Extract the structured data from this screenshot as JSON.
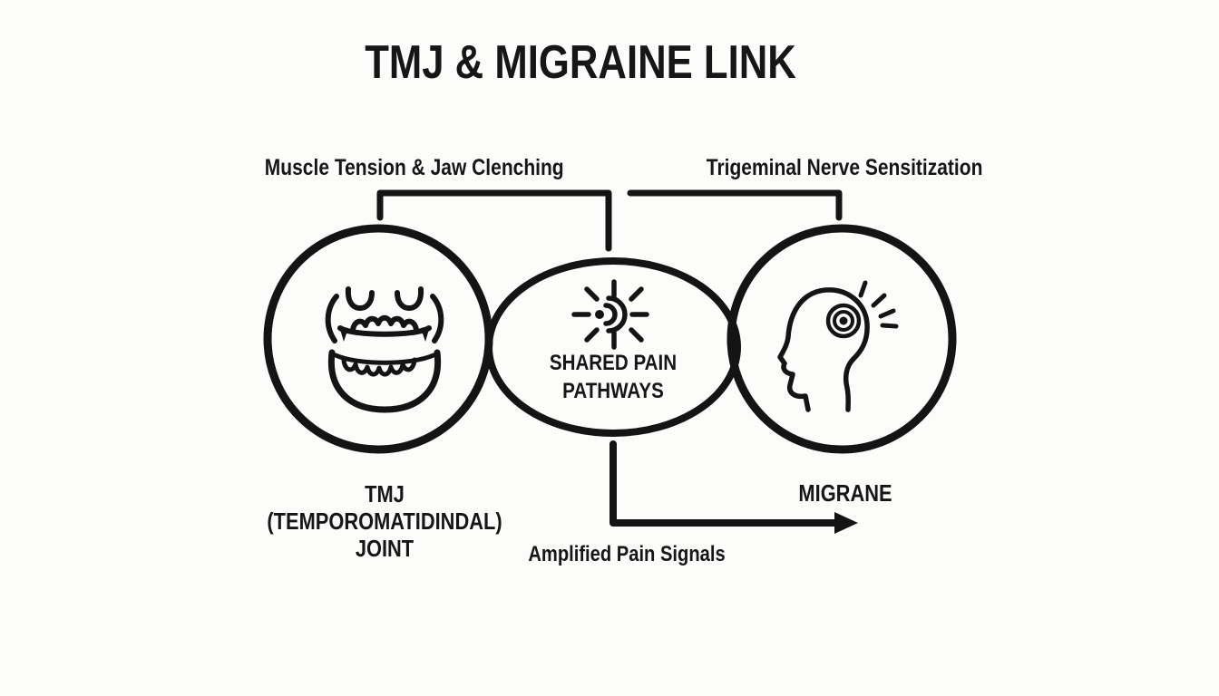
{
  "title": "TMJ & MIGRAINE LINK",
  "colors": {
    "ink": "#161616",
    "background": "#fcfcfb"
  },
  "connectors": {
    "left_top_label": "Muscle Tension & Jaw Clenching",
    "right_top_label": "Trigeminal Nerve Sensitization",
    "arrow_label": "Amplified Pain Signals"
  },
  "nodes": {
    "tmj": {
      "icon": "jaw-icon",
      "lines": [
        "TMJ",
        "(TEMPOROMATIDINDAL)",
        "JOINT"
      ]
    },
    "shared": {
      "icon": "pain-burst-icon",
      "lines": [
        "SHARED PAIN",
        "PATHWAYS"
      ]
    },
    "migraine": {
      "icon": "head-pain-icon",
      "label": "MIGRANE"
    }
  }
}
